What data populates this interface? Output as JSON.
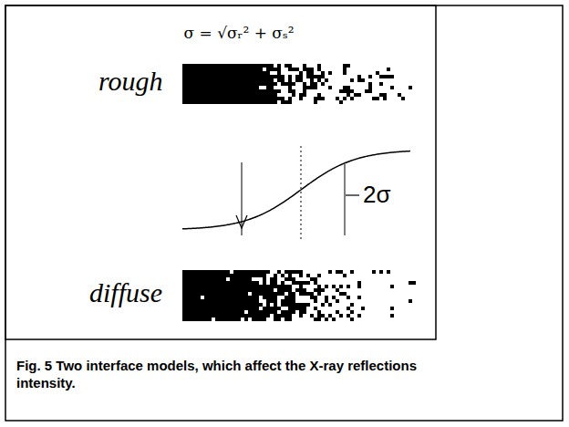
{
  "diagram": {
    "caption": "Fig. 5 Two interface models, which affect the X-ray reflections intensity.",
    "labels": [
      "σ = √σᵣ² + σₛ²",
      "rough",
      "2σ",
      "diffuse"
    ]
  }
}
